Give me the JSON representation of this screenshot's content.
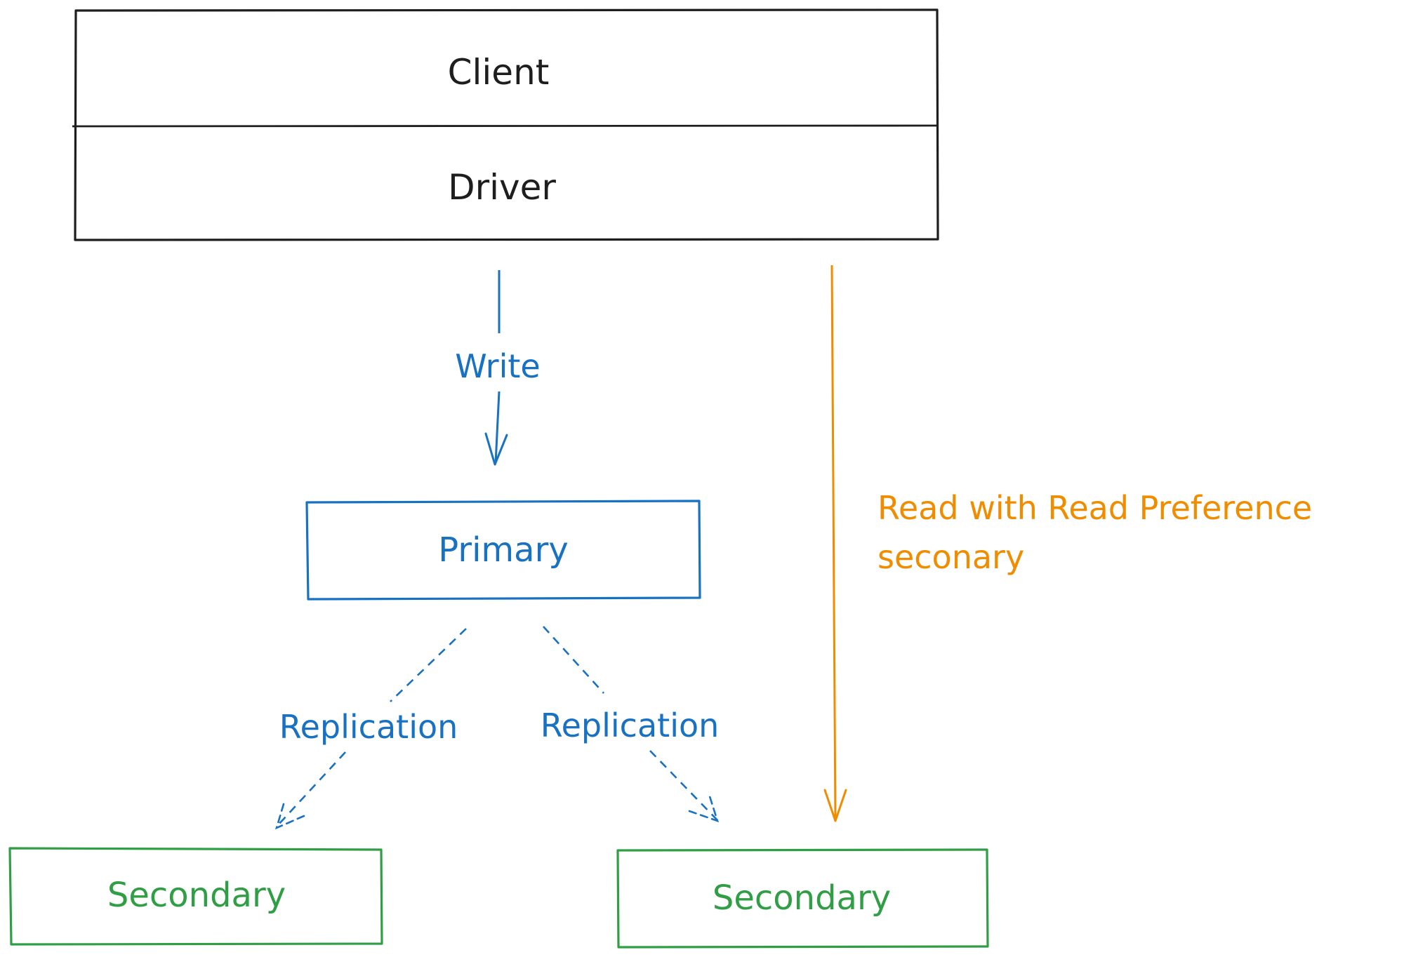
{
  "diagram": {
    "client_box": {
      "client_label": "Client",
      "driver_label": "Driver"
    },
    "write_edge": {
      "label": "Write"
    },
    "primary_node": {
      "label": "Primary"
    },
    "replication_left_edge": {
      "label": "Replication"
    },
    "replication_right_edge": {
      "label": "Replication"
    },
    "secondary_left_node": {
      "label": "Secondary"
    },
    "secondary_right_node": {
      "label": "Secondary"
    },
    "read_edge": {
      "label_line1": "Read with Read Preference",
      "label_line2": "seconary"
    }
  },
  "colors": {
    "black": "#1e1e1e",
    "blue": "#1971c2",
    "green": "#2f9e44",
    "orange": "#f08c00"
  }
}
